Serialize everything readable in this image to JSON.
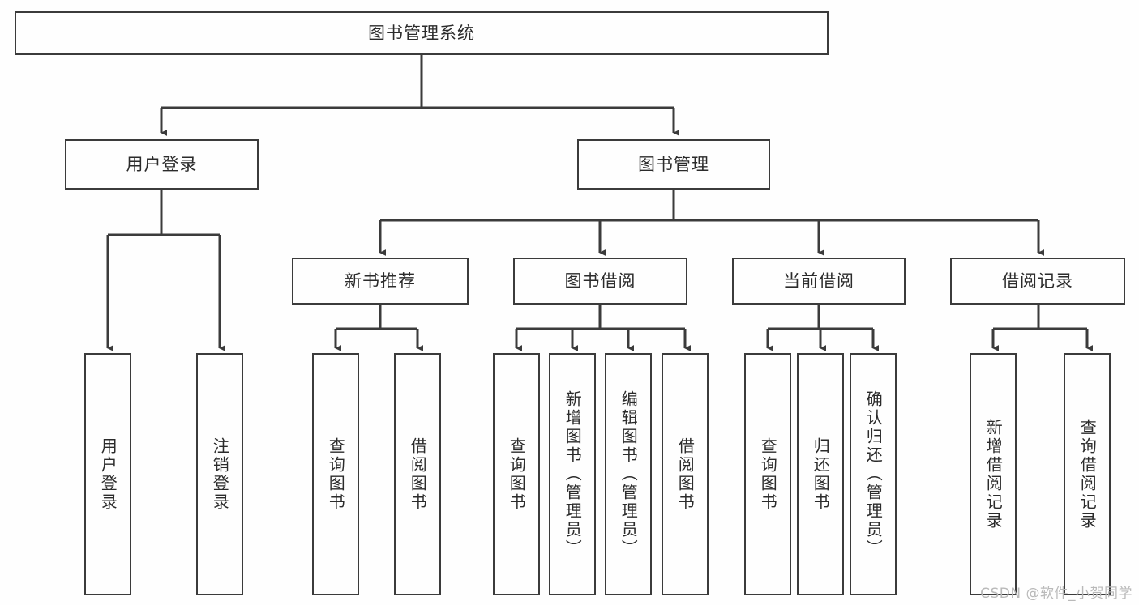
{
  "diagram": {
    "title_node": {
      "label": "图书管理系统"
    },
    "level2": [
      {
        "label": "用户登录"
      },
      {
        "label": "图书管理"
      }
    ],
    "level3": [
      {
        "label": "新书推荐"
      },
      {
        "label": "图书借阅"
      },
      {
        "label": "当前借阅"
      },
      {
        "label": "借阅记录"
      }
    ],
    "leaves": {
      "user_login": [
        {
          "label": "用户登录"
        },
        {
          "label": "注销登录"
        }
      ],
      "new_book_rec": [
        {
          "label": "查询图书"
        },
        {
          "label": "借阅图书"
        }
      ],
      "book_borrow": [
        {
          "label": "查询图书"
        },
        {
          "label": "新增图书（管理员）"
        },
        {
          "label": "编辑图书（管理员）"
        },
        {
          "label": "借阅图书"
        }
      ],
      "current_borrow": [
        {
          "label": "查询图书"
        },
        {
          "label": "归还图书"
        },
        {
          "label": "确认归还（管理员）"
        }
      ],
      "borrow_record": [
        {
          "label": "新增借阅记录"
        },
        {
          "label": "查询借阅记录"
        }
      ]
    }
  },
  "watermark": {
    "text": "CSDN @软件_小贺同学"
  },
  "colors": {
    "line": "#3b3b3b",
    "box_fill": "#fefefe",
    "text": "#2b2b2b",
    "watermark": "#b9b9b9",
    "background": "#fefefe"
  }
}
